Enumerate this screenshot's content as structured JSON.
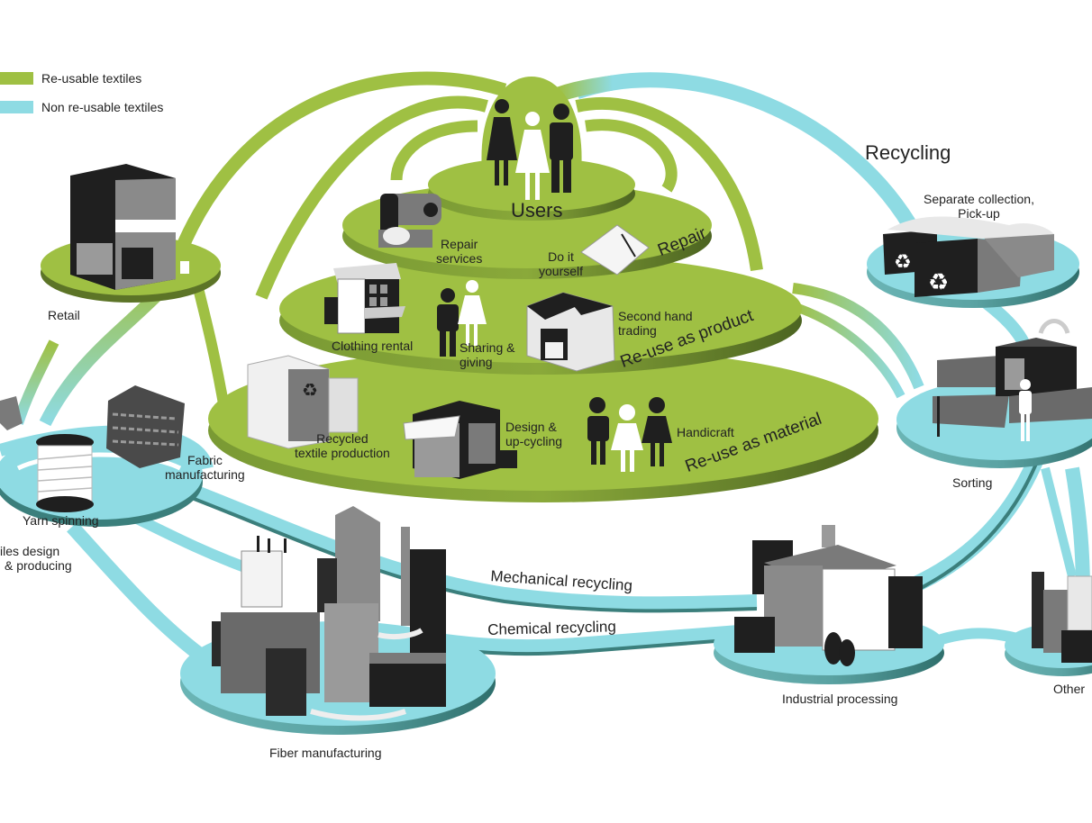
{
  "colors": {
    "reusable": "#9fc043",
    "reusable_dark": "#5c7427",
    "non_reusable": "#8edbe3",
    "non_reusable_dark": "#3b7f7c",
    "building_dark": "#1f1f1f",
    "building_mid": "#7a7a7a",
    "building_light": "#b8b8b8"
  },
  "legend": [
    {
      "label": "Re-usable textiles",
      "color": "#9fc043"
    },
    {
      "label": "Non re-usable textiles",
      "color": "#8edbe3"
    }
  ],
  "center": {
    "users": "Users",
    "repair": {
      "title": "Repair",
      "items": [
        "Repair services",
        "Do it yourself"
      ],
      "repair_services_l1": "Repair",
      "repair_services_l2": "services",
      "diy_l1": "Do it",
      "diy_l2": "yourself"
    },
    "reuse_product": {
      "title": "Re-use as product",
      "clothing_rental": "Clothing rental",
      "sharing_l1": "Sharing &",
      "sharing_l2": "giving",
      "second_hand_l1": "Second hand",
      "second_hand_l2": "trading"
    },
    "reuse_material": {
      "title": "Re-use as material",
      "recycled_l1": "Recycled",
      "recycled_l2": "textile production",
      "design_l1": "Design &",
      "design_l2": "up-cycling",
      "handicraft": "Handicraft"
    }
  },
  "nodes": {
    "retail": "Retail",
    "fabric_l1": "Fabric",
    "fabric_l2": "manufacturing",
    "yarn": "Yarn spinning",
    "textiles_l1": "iles design",
    "textiles_l2": "& producing",
    "fiber": "Fiber manufacturing",
    "recycling_title": "Recycling",
    "collection_l1": "Separate collection,",
    "collection_l2": "Pick-up",
    "sorting": "Sorting",
    "industrial": "Industrial processing",
    "other": "Other"
  },
  "flows": {
    "mechanical": "Mechanical recycling",
    "chemical": "Chemical recycling"
  }
}
